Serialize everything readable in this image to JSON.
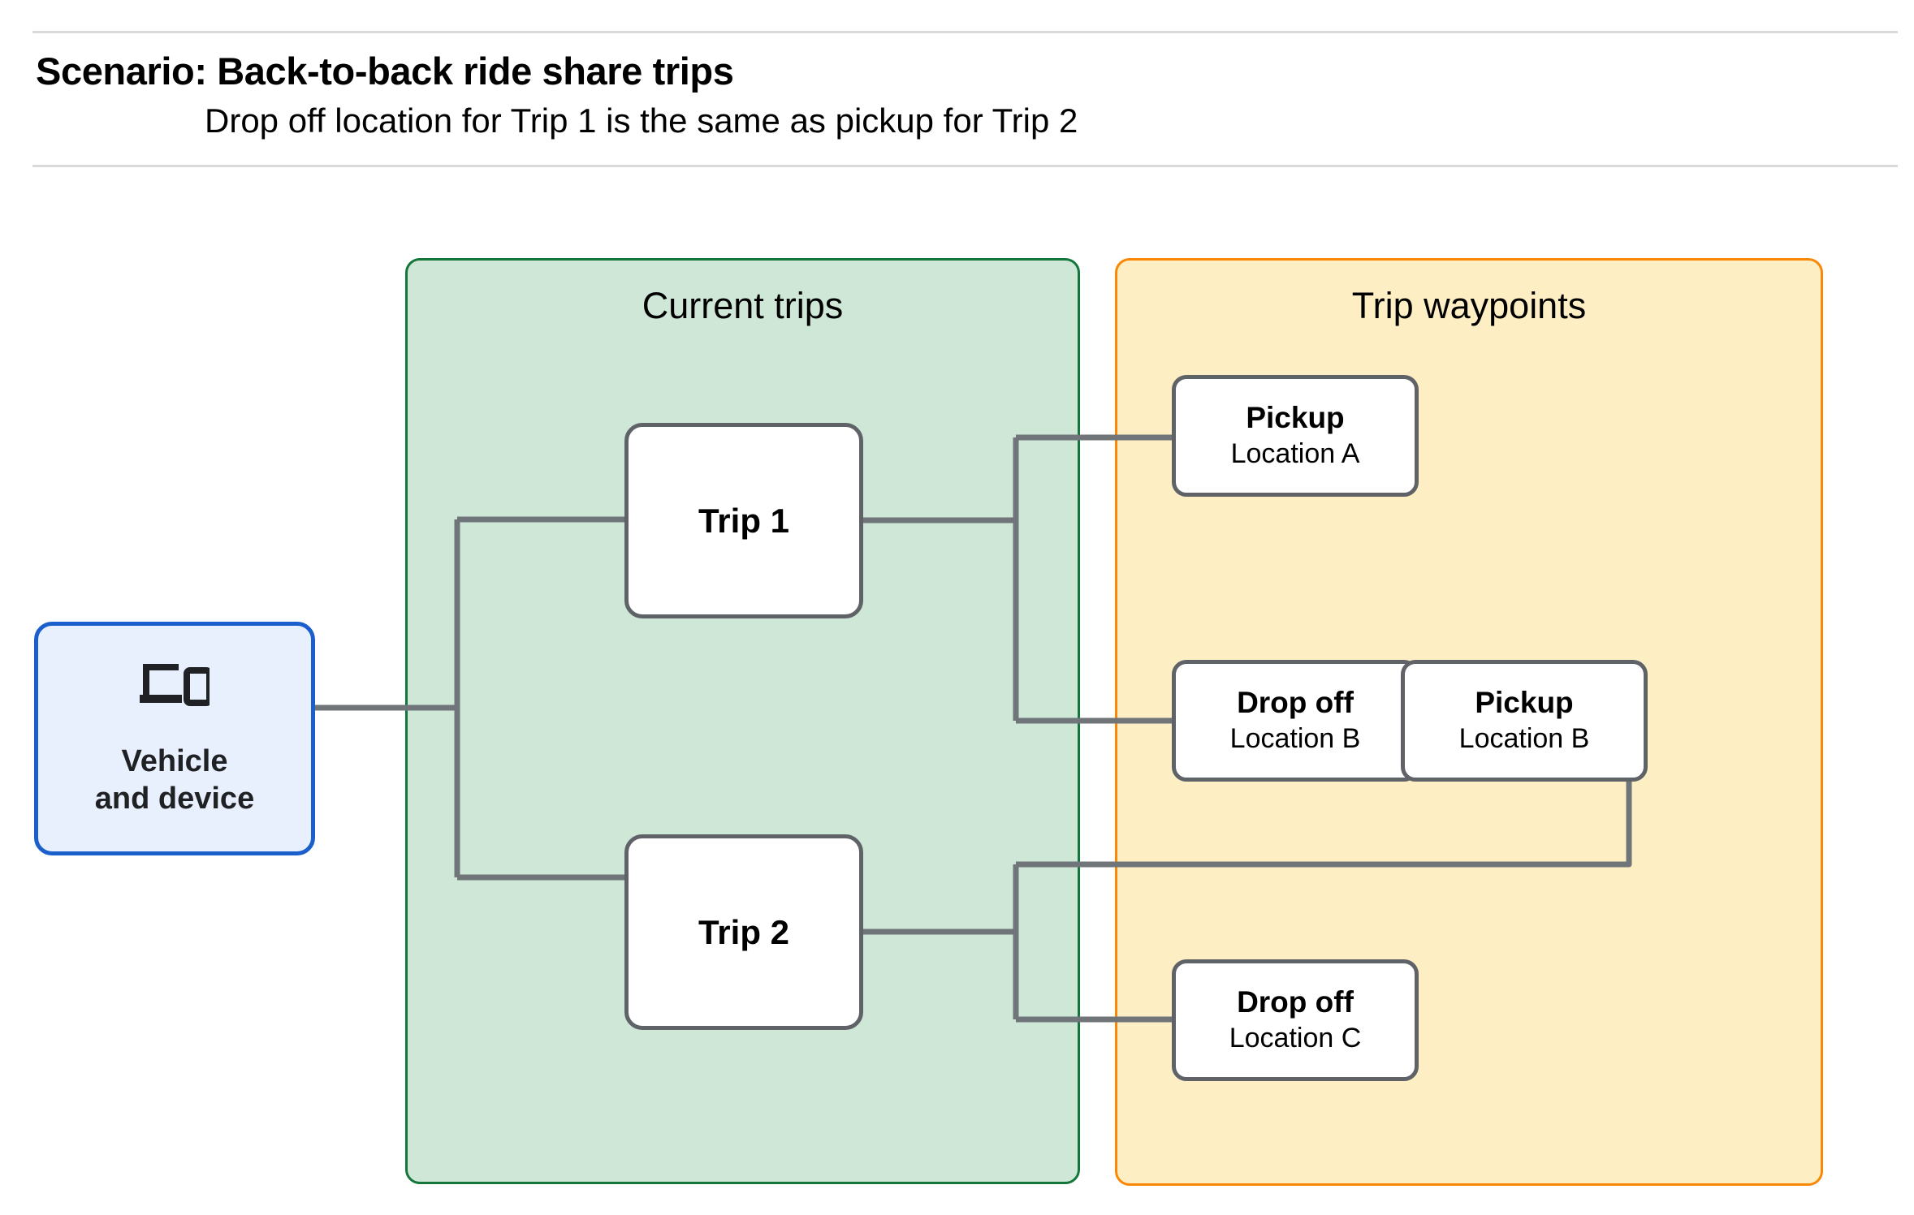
{
  "header": {
    "title": "Scenario: Back-to-back ride share trips",
    "subtitle": "Drop off  location for Trip 1 is the same as pickup for Trip 2"
  },
  "groups": {
    "current_trips": {
      "title": "Current trips",
      "fill": "#CEE7D6",
      "border": "#14763A"
    },
    "trip_waypoints": {
      "title": "Trip waypoints",
      "fill": "#FDEEC4",
      "border": "#F98806"
    }
  },
  "vehicle": {
    "icon": "devices-icon",
    "label": "Vehicle\nand device",
    "fill": "#E8F0FE",
    "border": "#1A5FCC"
  },
  "trips": [
    {
      "id": "trip-1",
      "label": "Trip 1"
    },
    {
      "id": "trip-2",
      "label": "Trip 2"
    }
  ],
  "waypoints": [
    {
      "id": "pickup-a",
      "title": "Pickup",
      "location": "Location A"
    },
    {
      "id": "dropoff-b",
      "title": "Drop off",
      "location": "Location B"
    },
    {
      "id": "pickup-b",
      "title": "Pickup",
      "location": "Location B"
    },
    {
      "id": "dropoff-c",
      "title": "Drop off",
      "location": "Location C"
    }
  ],
  "connector_color": "#70757A",
  "rule_color": "#D9D9D9"
}
